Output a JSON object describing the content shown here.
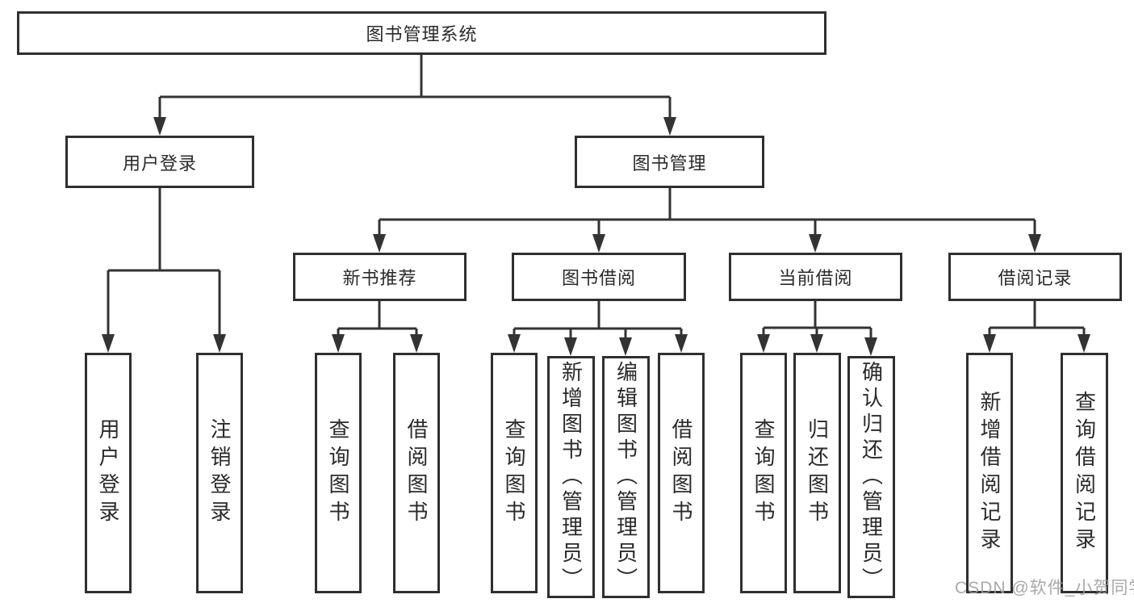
{
  "colors": {
    "line": "#333333",
    "box_border": "#2f2f2f",
    "text": "#2a2a2a",
    "watermark": "#9e9e9e",
    "background": "#ffffff"
  },
  "watermark": {
    "text": "CSDN @软件_小贺同学"
  },
  "tree": {
    "root": {
      "label": "图书管理系统"
    },
    "branches": [
      {
        "label": "用户登录",
        "children": [
          {
            "label": "用户登录"
          },
          {
            "label": "注销登录"
          }
        ]
      },
      {
        "label": "图书管理",
        "children": [
          {
            "label": "新书推荐",
            "children": [
              {
                "label": "查询图书"
              },
              {
                "label": "借阅图书"
              }
            ]
          },
          {
            "label": "图书借阅",
            "children": [
              {
                "label": "查询图书"
              },
              {
                "label": "新增图书（管理员）"
              },
              {
                "label": "编辑图书（管理员）"
              },
              {
                "label": "借阅图书"
              }
            ]
          },
          {
            "label": "当前借阅",
            "children": [
              {
                "label": "查询图书"
              },
              {
                "label": "归还图书"
              },
              {
                "label": "确认归还（管理员）"
              }
            ]
          },
          {
            "label": "借阅记录",
            "children": [
              {
                "label": "新增借阅记录"
              },
              {
                "label": "查询借阅记录"
              }
            ]
          }
        ]
      }
    ]
  }
}
